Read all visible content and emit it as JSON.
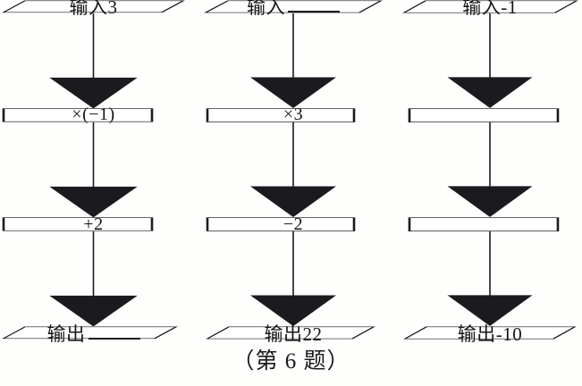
{
  "figure": {
    "caption": "（第 6 题）",
    "stroke_color": "#1b1b1f",
    "background_color": "#fefefd",
    "text_color": "#16161a"
  },
  "columns": [
    {
      "name": "column-1",
      "nodes": [
        {
          "type": "input",
          "shape": "parallelogram",
          "label": "输入3",
          "blank": false
        },
        {
          "type": "operation",
          "shape": "rectangle",
          "label": "×(−1)",
          "blank": false
        },
        {
          "type": "operation",
          "shape": "rectangle",
          "label": "+2",
          "blank": false
        },
        {
          "type": "output",
          "shape": "parallelogram",
          "label": "输出",
          "blank": true
        }
      ]
    },
    {
      "name": "column-2",
      "nodes": [
        {
          "type": "input",
          "shape": "parallelogram",
          "label": "输入",
          "blank": true
        },
        {
          "type": "operation",
          "shape": "rectangle",
          "label": "×3",
          "blank": false
        },
        {
          "type": "operation",
          "shape": "rectangle",
          "label": "−2",
          "blank": false
        },
        {
          "type": "output",
          "shape": "parallelogram",
          "label": "输出22",
          "blank": false
        }
      ]
    },
    {
      "name": "column-3",
      "nodes": [
        {
          "type": "input",
          "shape": "parallelogram",
          "label": "输入-1",
          "blank": false
        },
        {
          "type": "operation",
          "shape": "rectangle",
          "label": "",
          "blank": false
        },
        {
          "type": "operation",
          "shape": "rectangle",
          "label": "",
          "blank": false
        },
        {
          "type": "output",
          "shape": "parallelogram",
          "label": "输出-10",
          "blank": false
        }
      ]
    }
  ]
}
